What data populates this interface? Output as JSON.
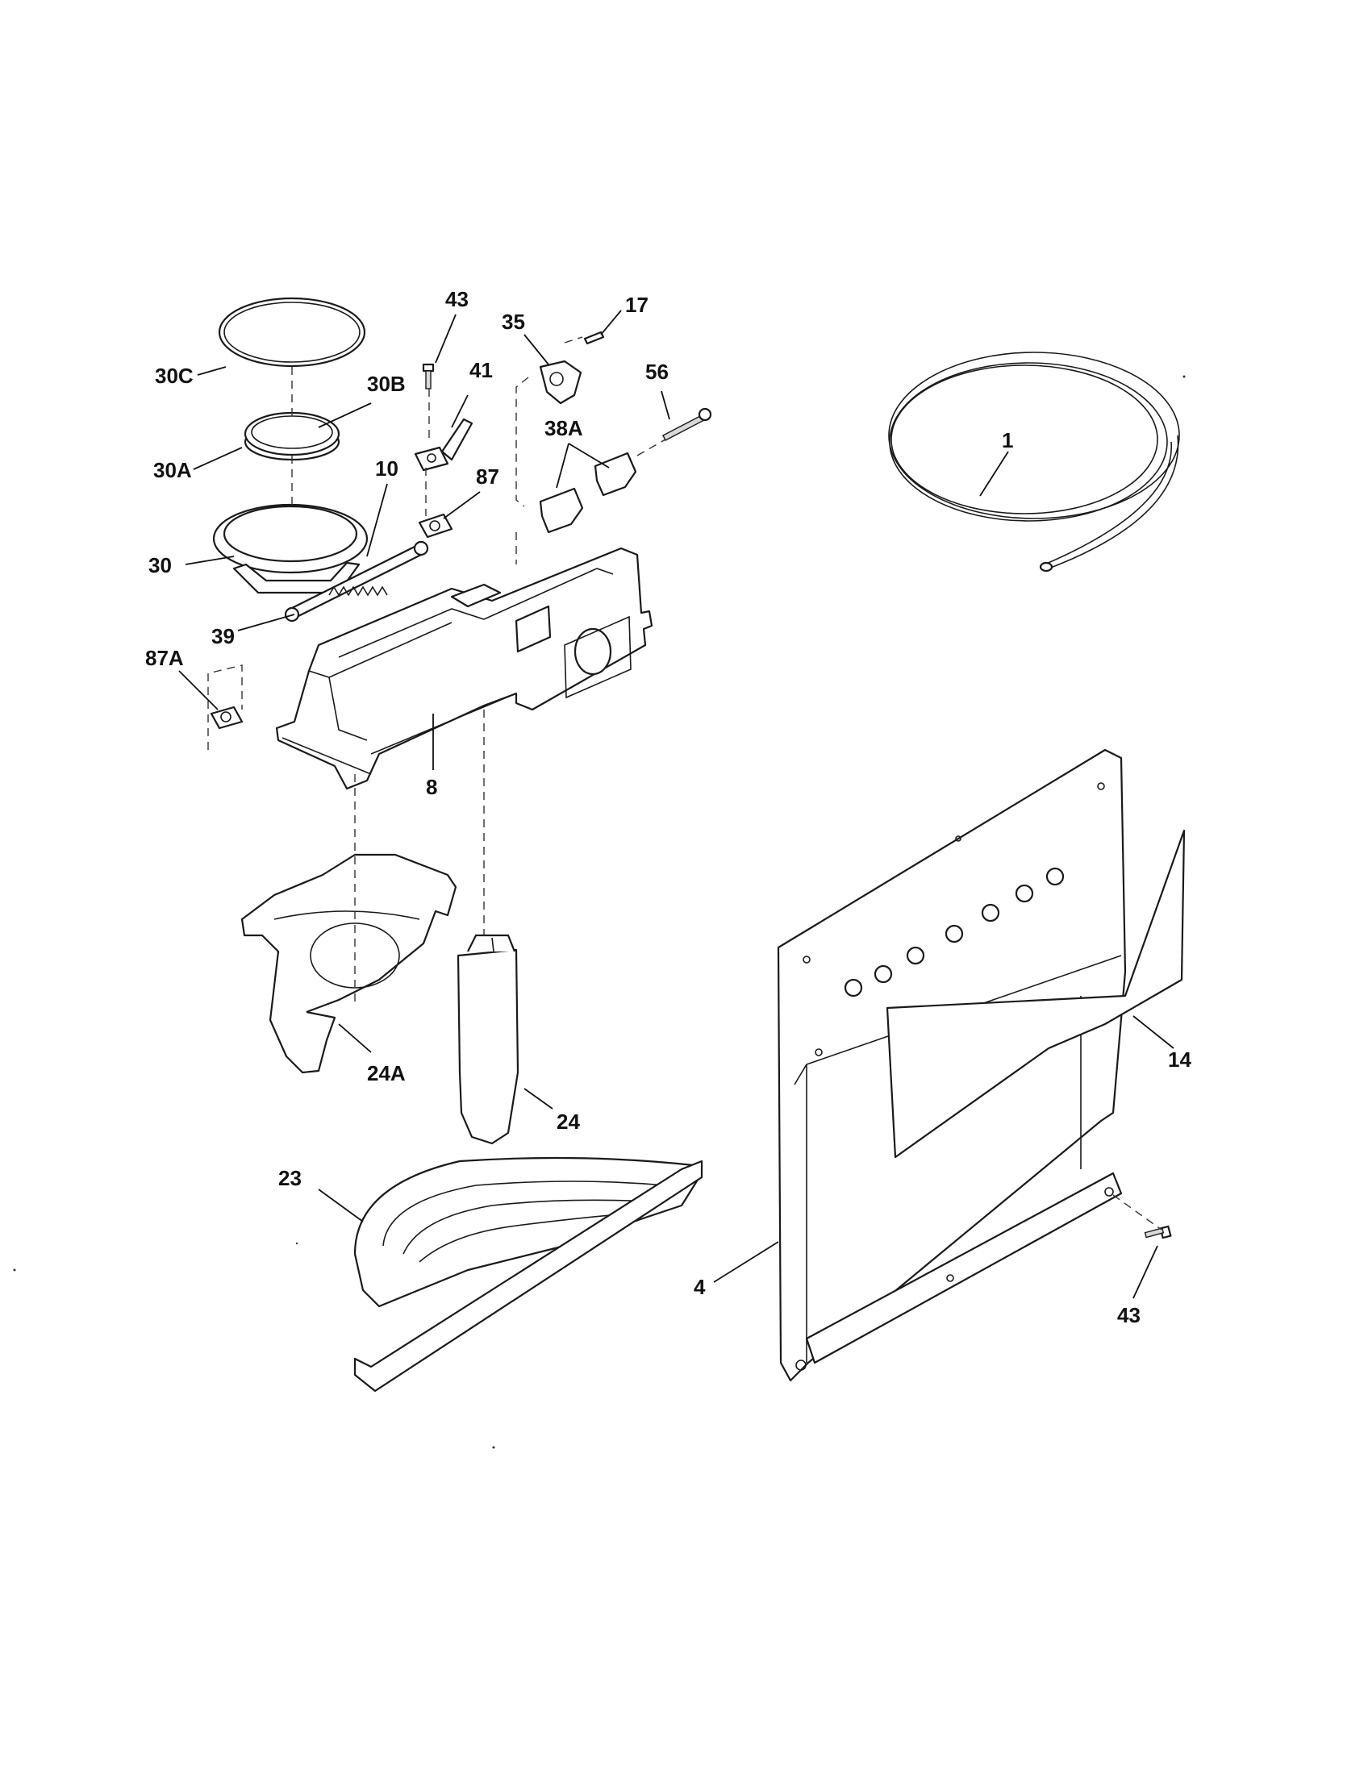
{
  "callouts": {
    "c30c": "30C",
    "c30b": "30B",
    "c30a": "30A",
    "c30": "30",
    "c39": "39",
    "c10": "10",
    "c87a": "87A",
    "c43_top": "43",
    "c41": "41",
    "c87": "87",
    "c35": "35",
    "c17": "17",
    "c56": "56",
    "c38a": "38A",
    "c8": "8",
    "c1": "1",
    "c24a": "24A",
    "c24": "24",
    "c23": "23",
    "c14": "14",
    "c4": "4",
    "c43_bottom": "43"
  }
}
